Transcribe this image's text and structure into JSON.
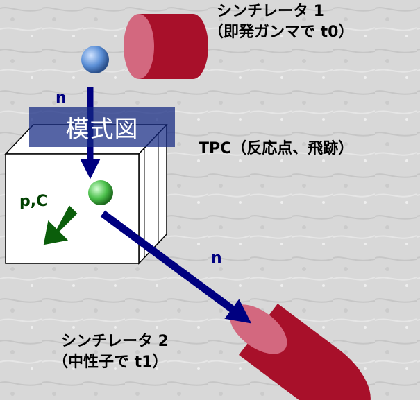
{
  "scintillator1": {
    "line1": "シンチレータ 1",
    "line2": "（即発ガンマで t0）"
  },
  "scintillator2": {
    "line1": "シンチレータ 2",
    "line2": "（中性子で t1）"
  },
  "tpc": {
    "label": "TPC（反応点、飛跡）"
  },
  "neutron_in_label": "n",
  "neutron_out_label": "n",
  "recoil_label": "p,C",
  "schematic_label": "模式図",
  "colors": {
    "scintillator": "#a8102a",
    "neutron_arrow": "#000080",
    "recoil_arrow": "#0b5e0b",
    "incoming_ball": "#5b8fd6",
    "reaction_ball": "#4cc04c",
    "label_box": "#142882"
  }
}
